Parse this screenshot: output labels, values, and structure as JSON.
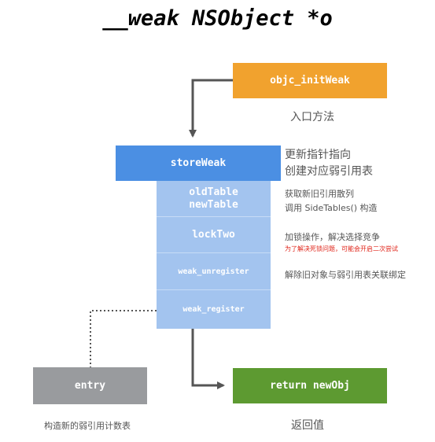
{
  "title": "__weak NSObject *o",
  "nodes": {
    "init_weak": "objc_initWeak",
    "store_weak": "storeWeak",
    "old_table": "oldTable",
    "new_table": "newTable",
    "lock_two": "lockTwo",
    "weak_unregister": "weak_unregister",
    "weak_register": "weak_register",
    "entry": "entry",
    "return_new_obj": "return newObj"
  },
  "labels": {
    "entry_method": "入口方法",
    "store_weak_1": "更新指针指向",
    "store_weak_2": "创建对应弱引用表",
    "tables_1": "获取新旧引用散列",
    "tables_2": "调用 SideTables() 构造",
    "lock": "加锁操作，解决选择竞争",
    "lock_note": "为了解决死锁问题，可能会开启二次尝试",
    "unregister": "解除旧对象与弱引用表关联绑定",
    "entry_desc": "构造新的弱引用计数表",
    "return_value": "返回值"
  },
  "colors": {
    "init_weak": "#f1a22e",
    "store_weak": "#4b8fe3",
    "steps": "#a3c4ef",
    "entry": "#999b9e",
    "return_new_obj": "#5d9a31",
    "note": "#e0261b"
  }
}
